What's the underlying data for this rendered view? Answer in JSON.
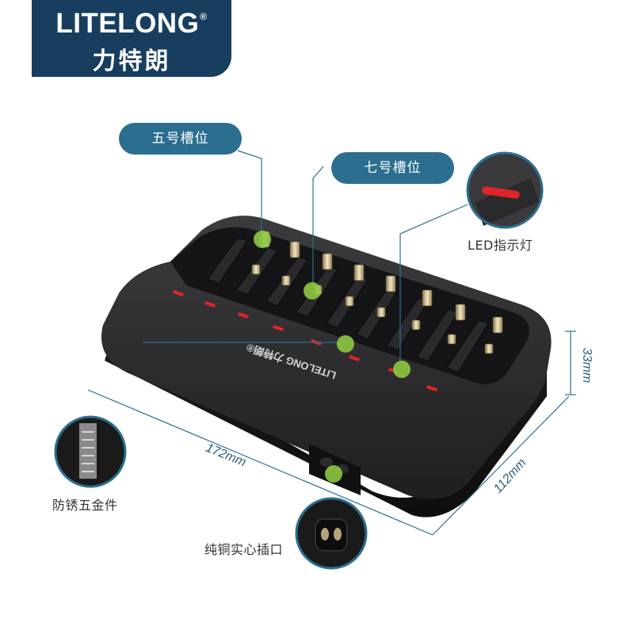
{
  "brand": {
    "name_en": "LITELONG",
    "reg": "®",
    "name_cn": "力特朗"
  },
  "callouts": {
    "aa_slot": "五号槽位",
    "aaa_slot": "七号槽位",
    "led": "LED指示灯",
    "metal": "防锈五金件",
    "socket": "纯铜实心插口"
  },
  "dimensions": {
    "length": "172mm",
    "width": "112mm",
    "height": "33mm"
  },
  "product_label": "LITELONG 力特朗®",
  "colors": {
    "brand_bg": "#173e5f",
    "pill_bg": "#2b6e8f",
    "marker": "#8dc63f",
    "led": "#e0252a"
  }
}
